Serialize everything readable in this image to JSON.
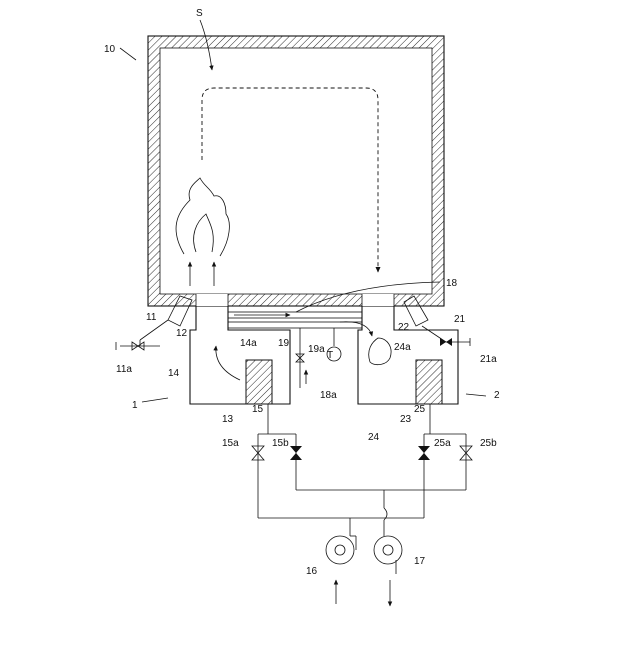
{
  "figure": {
    "labels": {
      "furnace": "10",
      "space": "S",
      "unit_left": "1",
      "unit_right": "2",
      "n11": "11",
      "n11a": "11a",
      "n12": "12",
      "n13": "13",
      "n14": "14",
      "n14a": "14a",
      "n15": "15",
      "n15a": "15a",
      "n15b": "15b",
      "n16": "16",
      "n17": "17",
      "n18": "18",
      "n18a": "18a",
      "n19": "19",
      "n19a": "19a",
      "n21": "21",
      "n21a": "21a",
      "n22": "22",
      "n23": "23",
      "n24": "24",
      "n24a": "24a",
      "n25": "25",
      "n25a": "25a",
      "n25b": "25b",
      "gauge": "T"
    }
  }
}
